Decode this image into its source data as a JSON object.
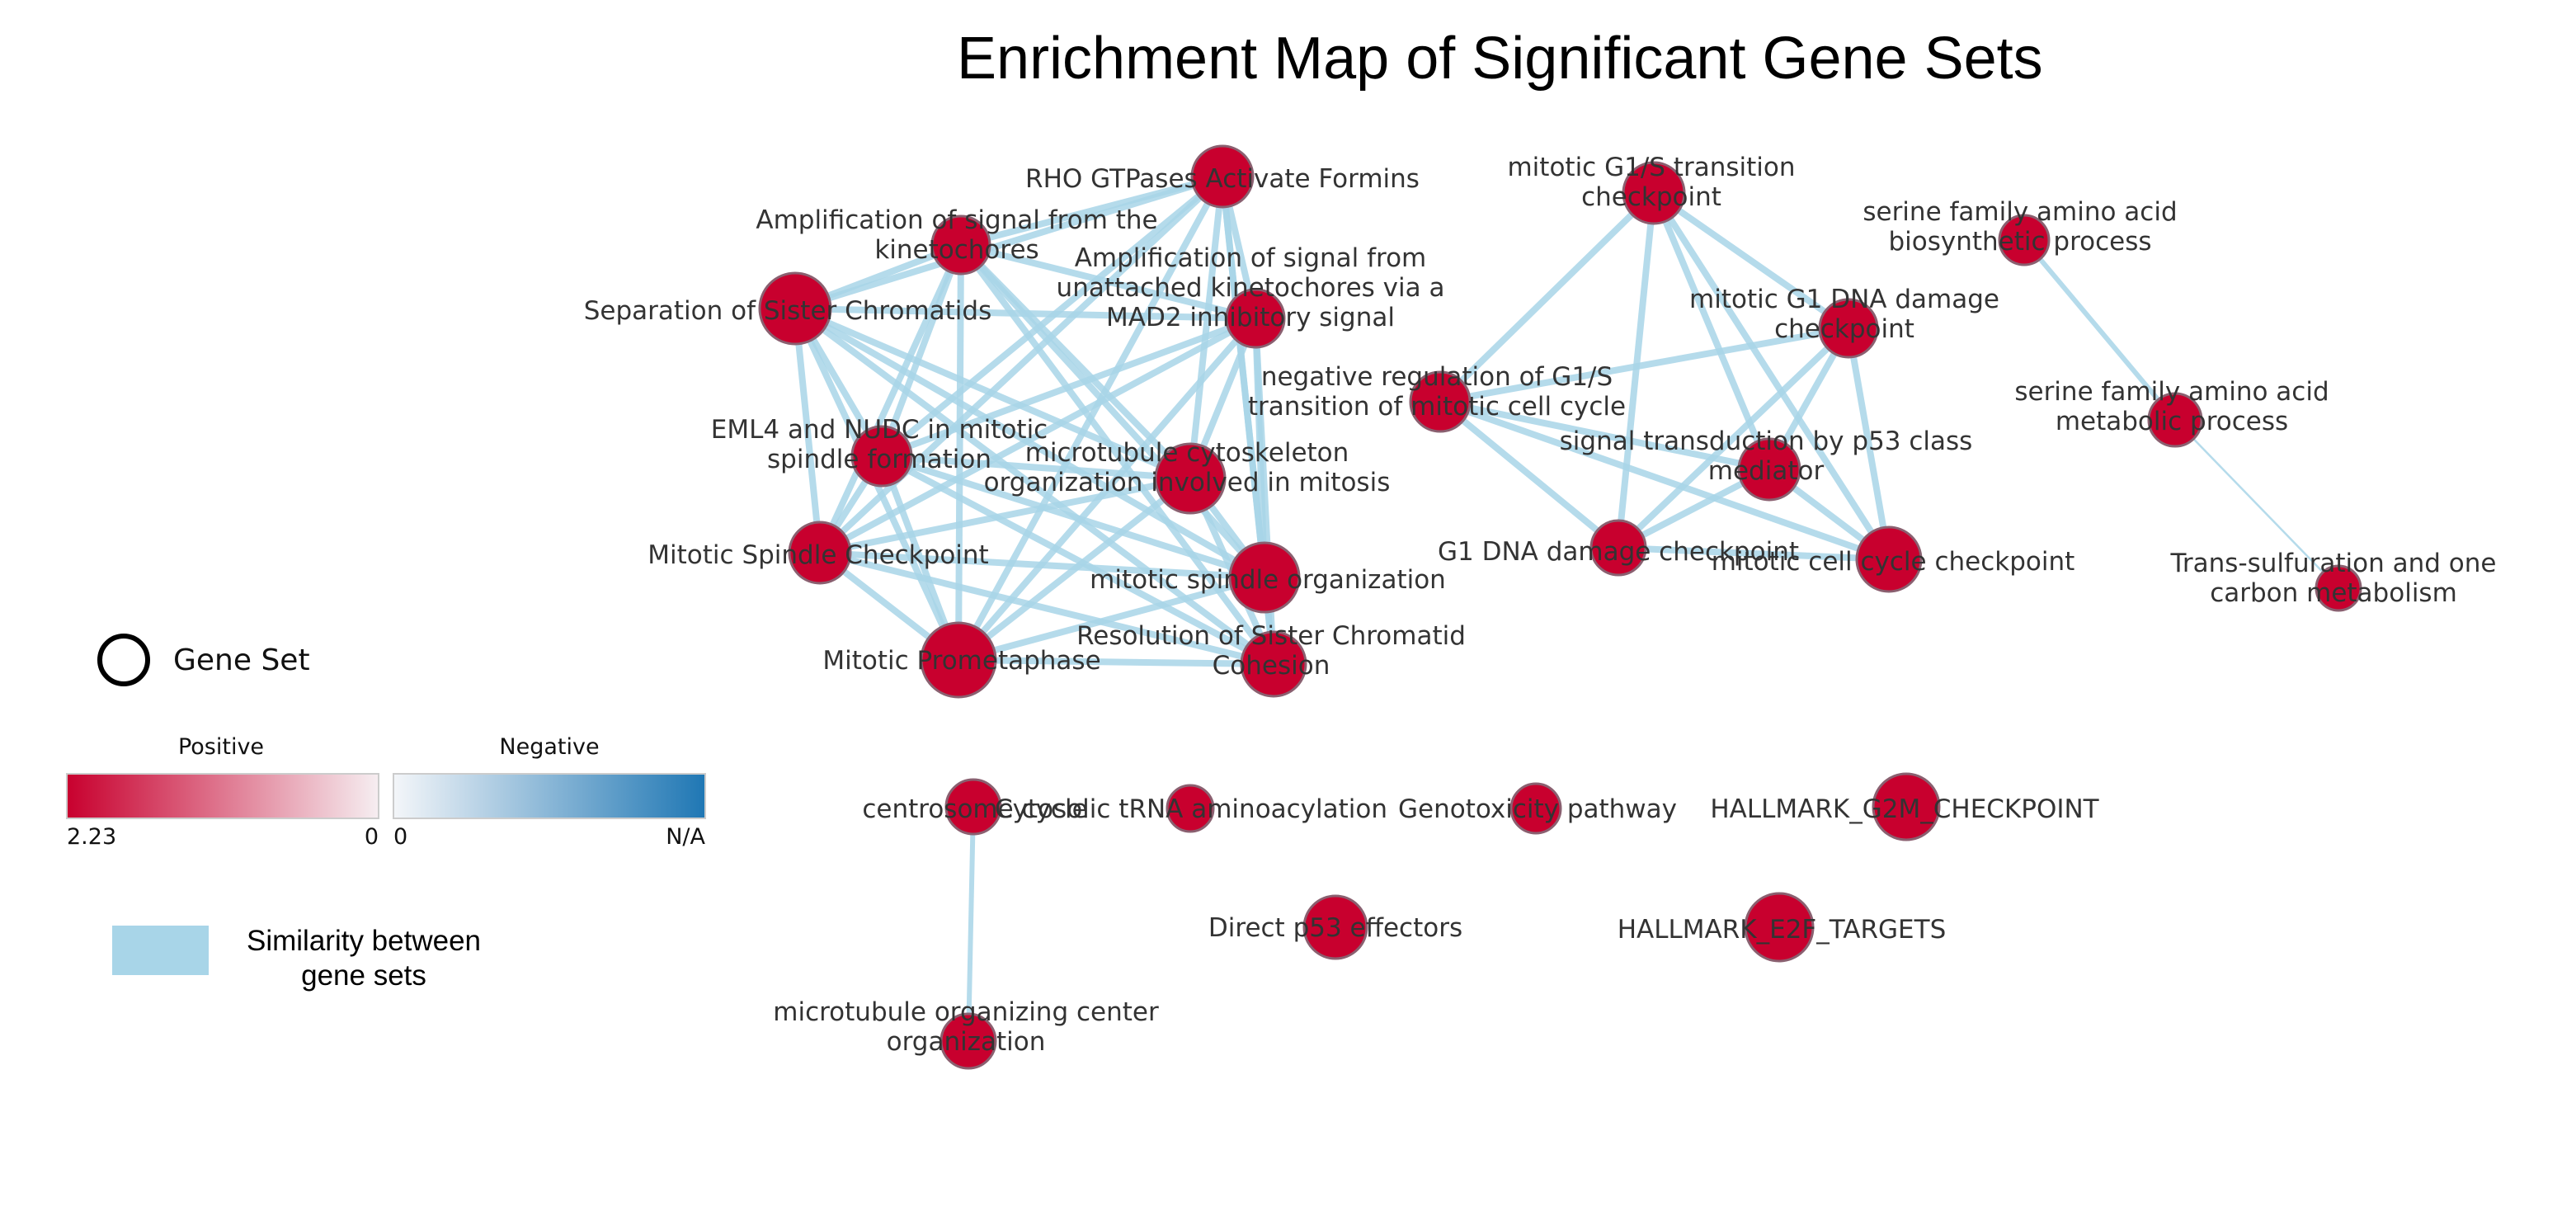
{
  "title": "Enrichment Map of Significant Gene Sets",
  "legend": {
    "node_label": "Gene Set",
    "positive_label": "Positive",
    "negative_label": "Negative",
    "pos_max": "2.23",
    "pos_min": "0",
    "neg_min": "0",
    "neg_max": "N/A",
    "edge_label_line1": "Similarity between",
    "edge_label_line2": "gene sets",
    "colors": {
      "positive": "#c8002e",
      "negative": "#1f77b4",
      "edge": "#a8d5e8",
      "node_stroke": "#8a6070"
    }
  },
  "nodes": [
    {
      "id": "rho",
      "label": [
        "RHO GTPases Activate Formins"
      ]
    },
    {
      "id": "amp1",
      "label": [
        "Amplification of signal from the",
        "kinetochores"
      ]
    },
    {
      "id": "amp2",
      "label": [
        "Amplification of signal from",
        "unattached kinetochores via a",
        "MAD2 inhibitory signal"
      ]
    },
    {
      "id": "sep",
      "label": [
        "Separation of Sister Chromatids"
      ]
    },
    {
      "id": "eml4",
      "label": [
        "EML4 and NUDC in mitotic",
        "spindle formation"
      ]
    },
    {
      "id": "mtcyto",
      "label": [
        "microtubule cytoskeleton",
        "organization involved in mitosis"
      ]
    },
    {
      "id": "msc",
      "label": [
        "Mitotic Spindle Checkpoint"
      ]
    },
    {
      "id": "mso",
      "label": [
        "mitotic spindle organization"
      ]
    },
    {
      "id": "mpro",
      "label": [
        "Mitotic Prometaphase"
      ]
    },
    {
      "id": "res",
      "label": [
        "Resolution of Sister Chromatid",
        "Cohesion"
      ]
    },
    {
      "id": "g1s",
      "label": [
        "mitotic G1/S transition",
        "checkpoint"
      ]
    },
    {
      "id": "neg",
      "label": [
        "negative regulation of G1/S",
        "transition of mitotic cell cycle"
      ]
    },
    {
      "id": "g1dna_m",
      "label": [
        "mitotic G1 DNA damage",
        "checkpoint"
      ]
    },
    {
      "id": "p53sig",
      "label": [
        "signal transduction by p53 class",
        "mediator"
      ]
    },
    {
      "id": "g1dna",
      "label": [
        "G1 DNA damage checkpoint"
      ]
    },
    {
      "id": "mcc",
      "label": [
        "mitotic cell cycle checkpoint"
      ]
    },
    {
      "id": "serbio",
      "label": [
        "serine family amino acid",
        "biosynthetic process"
      ]
    },
    {
      "id": "sermet",
      "label": [
        "serine family amino acid",
        "metabolic process"
      ]
    },
    {
      "id": "trans",
      "label": [
        "Trans-sulfuration and one",
        "carbon metabolism"
      ]
    },
    {
      "id": "centro",
      "label": [
        "centrosome cycle"
      ]
    },
    {
      "id": "trna",
      "label": [
        "Cytosolic tRNA aminoacylation"
      ]
    },
    {
      "id": "geno",
      "label": [
        "Genotoxicity pathway"
      ]
    },
    {
      "id": "g2m",
      "label": [
        "HALLMARK_G2M_CHECKPOINT"
      ]
    },
    {
      "id": "p53eff",
      "label": [
        "Direct p53 effectors"
      ]
    },
    {
      "id": "e2f",
      "label": [
        "HALLMARK_E2F_TARGETS"
      ]
    },
    {
      "id": "mtoc",
      "label": [
        "microtubule organizing center",
        "organization"
      ]
    }
  ],
  "edges": [
    [
      "rho",
      "amp1"
    ],
    [
      "rho",
      "amp2"
    ],
    [
      "rho",
      "sep"
    ],
    [
      "rho",
      "eml4"
    ],
    [
      "rho",
      "mtcyto"
    ],
    [
      "rho",
      "msc"
    ],
    [
      "rho",
      "mso"
    ],
    [
      "rho",
      "mpro"
    ],
    [
      "rho",
      "res"
    ],
    [
      "amp1",
      "amp2"
    ],
    [
      "amp1",
      "sep"
    ],
    [
      "amp1",
      "eml4"
    ],
    [
      "amp1",
      "mtcyto"
    ],
    [
      "amp1",
      "msc"
    ],
    [
      "amp1",
      "mso"
    ],
    [
      "amp1",
      "mpro"
    ],
    [
      "amp1",
      "res"
    ],
    [
      "amp2",
      "sep"
    ],
    [
      "amp2",
      "eml4"
    ],
    [
      "amp2",
      "mtcyto"
    ],
    [
      "amp2",
      "msc"
    ],
    [
      "amp2",
      "mso"
    ],
    [
      "amp2",
      "mpro"
    ],
    [
      "amp2",
      "res"
    ],
    [
      "sep",
      "eml4"
    ],
    [
      "sep",
      "mtcyto"
    ],
    [
      "sep",
      "msc"
    ],
    [
      "sep",
      "mso"
    ],
    [
      "sep",
      "mpro"
    ],
    [
      "sep",
      "res"
    ],
    [
      "eml4",
      "mtcyto"
    ],
    [
      "eml4",
      "msc"
    ],
    [
      "eml4",
      "mso"
    ],
    [
      "eml4",
      "mpro"
    ],
    [
      "eml4",
      "res"
    ],
    [
      "mtcyto",
      "msc"
    ],
    [
      "mtcyto",
      "mso"
    ],
    [
      "mtcyto",
      "mpro"
    ],
    [
      "mtcyto",
      "res"
    ],
    [
      "msc",
      "mso"
    ],
    [
      "msc",
      "mpro"
    ],
    [
      "msc",
      "res"
    ],
    [
      "mso",
      "mpro"
    ],
    [
      "mso",
      "res"
    ],
    [
      "mpro",
      "res"
    ],
    [
      "g1s",
      "neg"
    ],
    [
      "g1s",
      "g1dna_m"
    ],
    [
      "g1s",
      "p53sig"
    ],
    [
      "g1s",
      "g1dna"
    ],
    [
      "g1s",
      "mcc"
    ],
    [
      "neg",
      "g1dna_m"
    ],
    [
      "neg",
      "p53sig"
    ],
    [
      "neg",
      "g1dna"
    ],
    [
      "neg",
      "mcc"
    ],
    [
      "g1dna_m",
      "p53sig"
    ],
    [
      "g1dna_m",
      "g1dna"
    ],
    [
      "g1dna_m",
      "mcc"
    ],
    [
      "p53sig",
      "g1dna"
    ],
    [
      "p53sig",
      "mcc"
    ],
    [
      "g1dna",
      "mcc"
    ],
    [
      "serbio",
      "sermet"
    ],
    [
      "sermet",
      "trans"
    ],
    [
      "centro",
      "mtoc"
    ]
  ]
}
